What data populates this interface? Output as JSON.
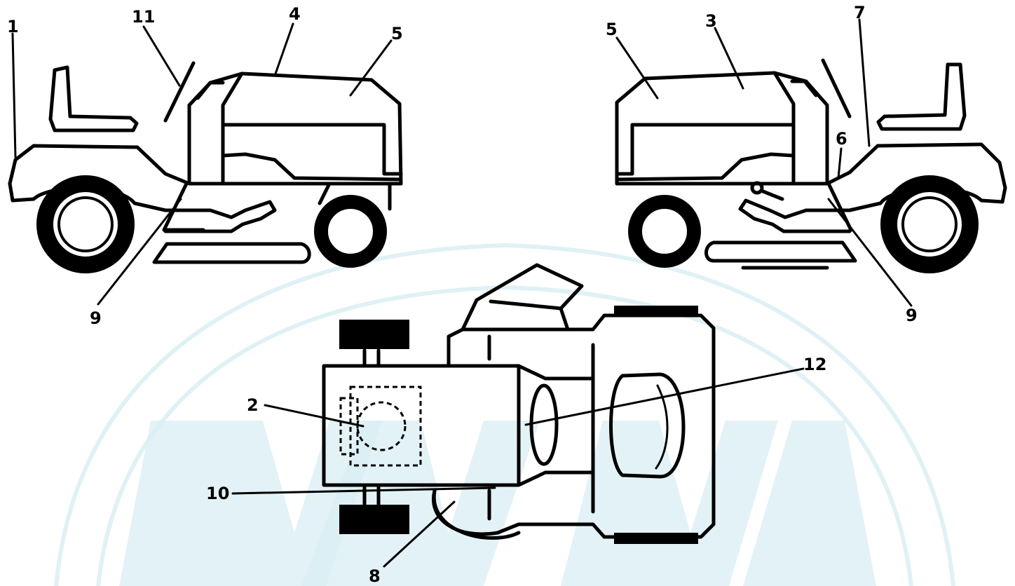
{
  "callouts": {
    "c1": "1",
    "c11": "11",
    "c4": "4",
    "c5_left": "5",
    "c9_left": "9",
    "c5_right": "5",
    "c3": "3",
    "c7": "7",
    "c6": "6",
    "c9_right": "9",
    "c12": "12",
    "c2": "2",
    "c10": "10",
    "c8": "8"
  },
  "colors": {
    "line": "#000000",
    "watermark": "#d9eef3",
    "background": "#ffffff"
  }
}
